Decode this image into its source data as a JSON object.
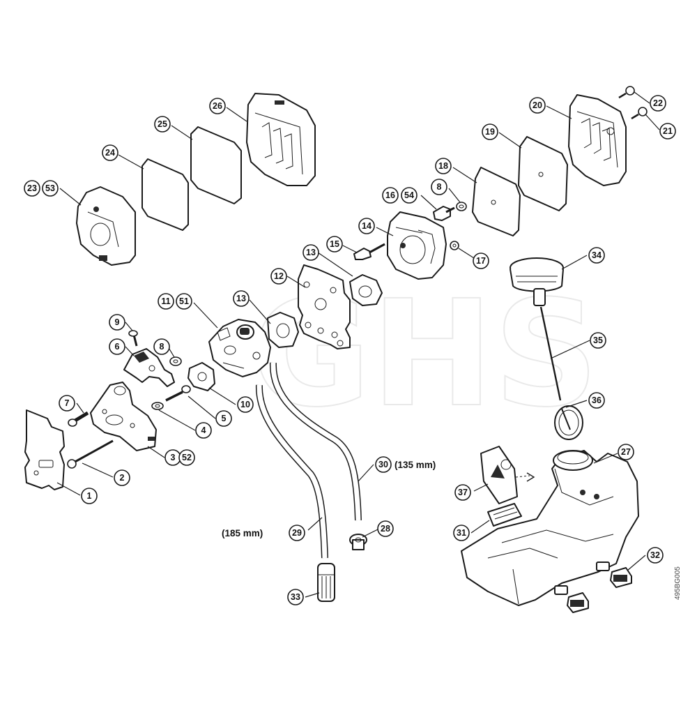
{
  "watermark": "GHS",
  "side_code": "495BG005",
  "dimensions": {
    "hose_29": "(185 mm)",
    "hose_30": "(135 mm)"
  },
  "callouts": [
    {
      "id": "c1",
      "label": "1"
    },
    {
      "id": "c2",
      "label": "2"
    },
    {
      "id": "c3",
      "label": "3"
    },
    {
      "id": "c52",
      "label": "52"
    },
    {
      "id": "c4",
      "label": "4"
    },
    {
      "id": "c5",
      "label": "5"
    },
    {
      "id": "c6",
      "label": "6"
    },
    {
      "id": "c7",
      "label": "7"
    },
    {
      "id": "c8a",
      "label": "8"
    },
    {
      "id": "c8b",
      "label": "8"
    },
    {
      "id": "c9",
      "label": "9"
    },
    {
      "id": "c10",
      "label": "10"
    },
    {
      "id": "c11",
      "label": "11"
    },
    {
      "id": "c51",
      "label": "51"
    },
    {
      "id": "c12",
      "label": "12"
    },
    {
      "id": "c13a",
      "label": "13"
    },
    {
      "id": "c13b",
      "label": "13"
    },
    {
      "id": "c14",
      "label": "14"
    },
    {
      "id": "c15",
      "label": "15"
    },
    {
      "id": "c16",
      "label": "16"
    },
    {
      "id": "c54",
      "label": "54"
    },
    {
      "id": "c17",
      "label": "17"
    },
    {
      "id": "c18",
      "label": "18"
    },
    {
      "id": "c19",
      "label": "19"
    },
    {
      "id": "c20",
      "label": "20"
    },
    {
      "id": "c21",
      "label": "21"
    },
    {
      "id": "c22",
      "label": "22"
    },
    {
      "id": "c23",
      "label": "23"
    },
    {
      "id": "c53",
      "label": "53"
    },
    {
      "id": "c24",
      "label": "24"
    },
    {
      "id": "c25",
      "label": "25"
    },
    {
      "id": "c26",
      "label": "26"
    },
    {
      "id": "c27",
      "label": "27"
    },
    {
      "id": "c28",
      "label": "28"
    },
    {
      "id": "c29",
      "label": "29"
    },
    {
      "id": "c30",
      "label": "30"
    },
    {
      "id": "c31",
      "label": "31"
    },
    {
      "id": "c32",
      "label": "32"
    },
    {
      "id": "c33",
      "label": "33"
    },
    {
      "id": "c34",
      "label": "34"
    },
    {
      "id": "c35",
      "label": "35"
    },
    {
      "id": "c36",
      "label": "36"
    },
    {
      "id": "c37",
      "label": "37"
    }
  ]
}
